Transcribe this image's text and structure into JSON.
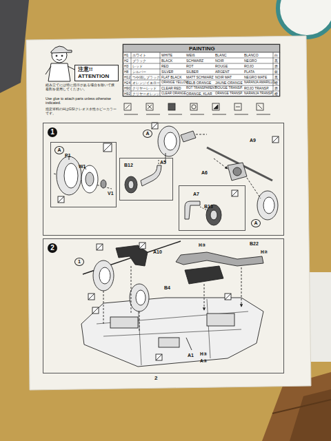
{
  "diagram": {
    "nodes": [
      {
        "text": [
          "PAINTING"
        ]
      },
      {
        "text": [
          "注意!!",
          "ATTENTION"
        ]
      },
      {
        "text": [
          "1"
        ]
      },
      {
        "text": [
          "A"
        ],
        "in": 2
      },
      {
        "text": [
          "B12"
        ],
        "in": 2
      },
      {
        "text": [
          "A7",
          "B13"
        ],
        "in": 2
      },
      {
        "text": [
          "2"
        ]
      }
    ],
    "labels": [
      "H1",
      "ホワイト",
      "WHITE",
      "WEIß",
      "BLANC",
      "BLANCO",
      "白",
      "H2",
      "ブラック",
      "BLACK",
      "SCHWARZ",
      "NOIR",
      "NEGRO",
      "黒",
      "H3",
      "レッド",
      "RED",
      "ROT",
      "ROUGE",
      "ROJO",
      "赤",
      "H8",
      "シルバー",
      "SILVER",
      "SILBER",
      "ARGENT",
      "PLATA",
      "銀",
      "H12",
      "つや消しブラック",
      "FLAT BLACK",
      "MATT SCHWARZ",
      "NOIR MAT",
      "NEGRO MATE",
      "黒",
      "H24",
      "オレンジイエロー",
      "ORANGE YELLOW",
      "GELB ORANGE",
      "JAUNE-ORANGE",
      "NARANJA AMARILLO",
      "橙",
      "H90",
      "クリヤーレッド",
      "CLEAR RED",
      "ROT TRANSPARENT",
      "ROUGE TRANSP.",
      "ROJO TRANSP.",
      "赤",
      "H92",
      "クリヤーオレンジ",
      "CLEAR ORANGE",
      "ORANGE, KLAR",
      "ORANGE TRANSP.",
      "NARANJA TRANSP.",
      "橙",
      "組み立てには特に指示がある場合を除いて接着剤を使用してください。",
      "Use glue to attach parts unless otherwise indicated.",
      "指定塗料のHはGSIクレオス水性ホビーカラーです。",
      "P1",
      "W1",
      "V1",
      "A",
      "A5",
      "A6",
      "A9",
      "A",
      "A10",
      "H③",
      "B22",
      "H②",
      "1",
      "B4",
      "A1",
      "H③",
      "A③",
      "2"
    ]
  }
}
